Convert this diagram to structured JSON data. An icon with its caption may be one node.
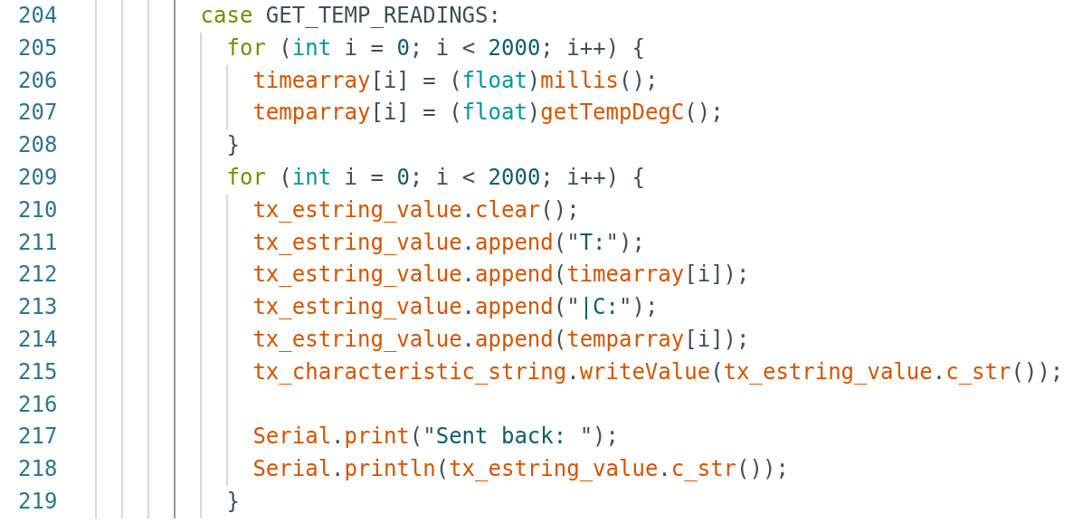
{
  "diagram": {
    "labels": [
      "204",
      "case GET_TEMP_READINGS:",
      "205",
      "for (int i = 0; i < 2000; i++) {",
      "206",
      "timearray[i] = (float)millis();",
      "207",
      "temparray[i] = (float)getTempDegC();",
      "208",
      "}",
      "209",
      "for (int i = 0; i < 2000; i++) {",
      "210",
      "tx_estring_value.clear();",
      "211",
      "tx_estring_value.append(\"T:\");",
      "212",
      "tx_estring_value.append(timearray[i]);",
      "213",
      "tx_estring_value.append(\"|C:\");",
      "214",
      "tx_estring_value.append(temparray[i]);",
      "215",
      "tx_characteristic_string.writeValue(tx_estring_value.c_str());",
      "216",
      "217",
      "Serial.print(\"Sent back: \");",
      "218",
      "Serial.println(tx_estring_value.c_str());",
      "219",
      "}"
    ]
  }
}
